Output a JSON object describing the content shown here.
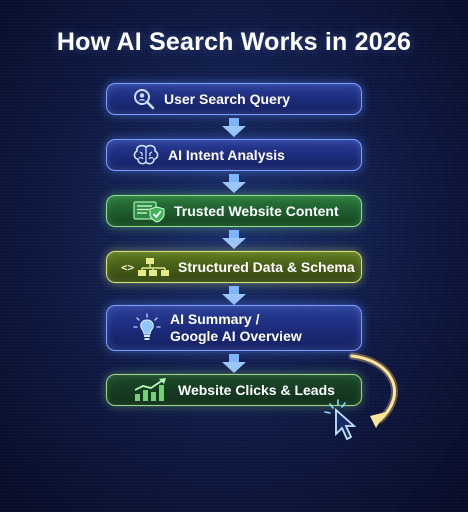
{
  "title": "How AI Search Works in 2026",
  "steps": [
    {
      "label": "User Search Query",
      "icon": "magnifier-user-icon"
    },
    {
      "label": "AI Intent Analysis",
      "icon": "brain-icon"
    },
    {
      "label": "Trusted Website Content",
      "icon": "shield-document-icon"
    },
    {
      "label": "Structured Data & Schema",
      "icon": "schema-tree-icon"
    },
    {
      "label": "AI Summary /",
      "label2": "Google AI Overview",
      "icon": "lightbulb-icon"
    },
    {
      "label": "Website Clicks & Leads",
      "icon": "growth-chart-icon"
    }
  ],
  "colors": {
    "blue_box": "#1b2a78",
    "green_box": "#1c5a2c",
    "olive_box": "#445a16",
    "arrow": "#7fb4ff",
    "background": "#0a1233"
  }
}
